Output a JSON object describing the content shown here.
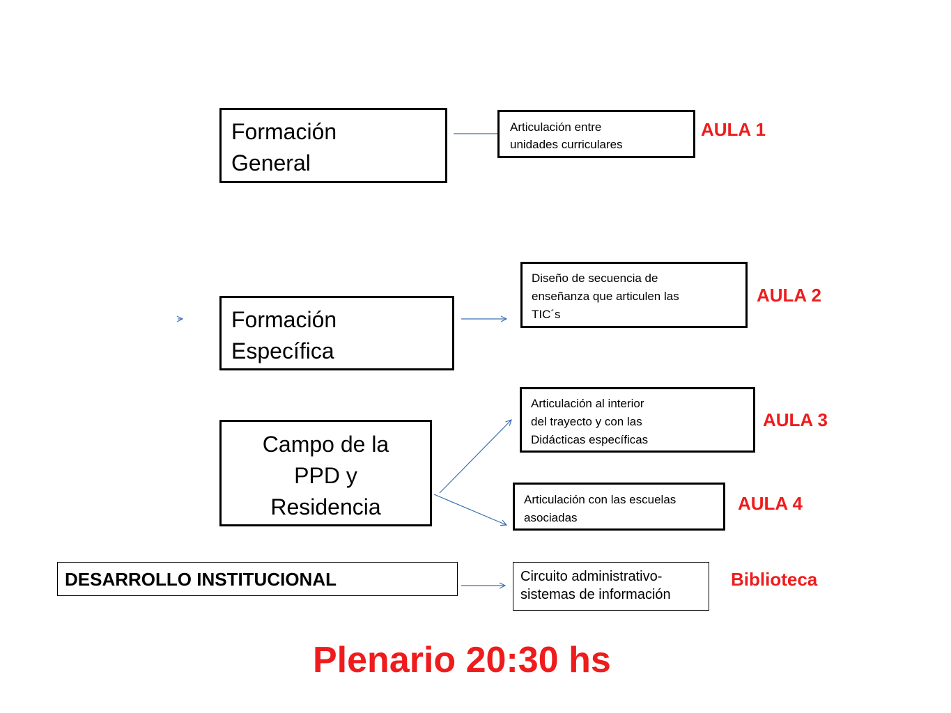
{
  "main_fields": {
    "general": "Formación General",
    "general_l1": "Formación",
    "general_l2": "General",
    "especifica_l1": "Formación",
    "especifica_l2": "Específica",
    "ppd_l1": "Campo de la",
    "ppd_l2": "PPD y",
    "ppd_l3": "Residencia",
    "desarrollo": "DESARROLLO INSTITUCIONAL"
  },
  "activities": {
    "aula1_l1": "Articulación entre",
    "aula1_l2": "unidades curriculares",
    "aula2_l1": "Diseño de secuencia de",
    "aula2_l2": "enseñanza que articulen  las",
    "aula2_l3": "TIC´s",
    "aula3_l1": "Articulación al interior",
    "aula3_l2": "del  trayecto y con las",
    "aula3_l3": "Didácticas específicas",
    "aula4_l1": "Articulación con las escuelas",
    "aula4_l2": "asociadas",
    "biblio_l1": "Circuito administrativo-",
    "biblio_l2": "sistemas de información"
  },
  "rooms": {
    "aula1": "AULA 1",
    "aula2": "AULA 2",
    "aula3": "AULA 3",
    "aula4": "AULA 4",
    "biblioteca": "Biblioteca"
  },
  "footer": {
    "plenario": "Plenario 20:30 hs"
  },
  "colors": {
    "accent_red": "#ee1c1c",
    "arrow_blue": "#3a6fb0"
  }
}
